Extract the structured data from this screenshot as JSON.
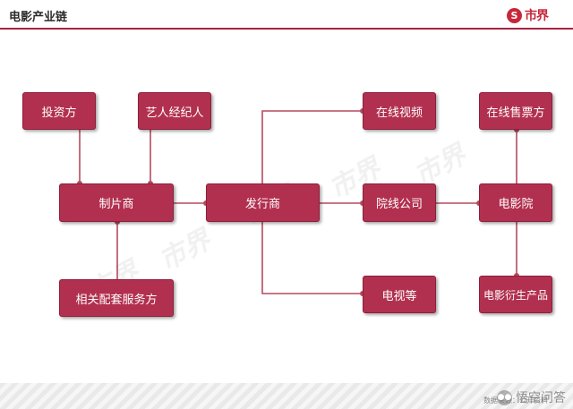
{
  "header": {
    "title": "电影产业链",
    "logo_text": "市界",
    "logo_mark": "S"
  },
  "nodes": {
    "investor": "投资方",
    "artist_agent": "艺人经纪人",
    "producer": "制片商",
    "supporting_services": "相关配套服务方",
    "distributor": "发行商",
    "online_video": "在线视频",
    "theater_chain": "院线公司",
    "tv": "电视等",
    "online_ticketing": "在线售票方",
    "cinema": "电影院",
    "derivatives": "电影衍生产品"
  },
  "watermark": "市界",
  "footer": {
    "source": "数据来源：公开资料",
    "credit": "悟空问答"
  },
  "colors": {
    "node": "#b2304f",
    "connector": "#b54a5f",
    "accent": "#a8233f"
  }
}
